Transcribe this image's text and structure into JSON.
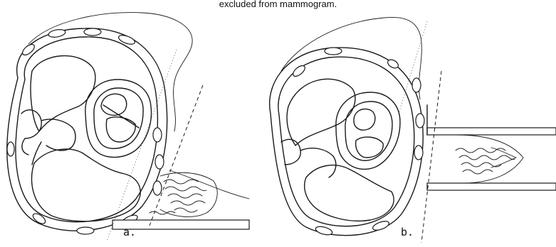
{
  "caption": "excluded from mammogram.",
  "panels": [
    {
      "label": "a."
    },
    {
      "label": "b."
    }
  ]
}
